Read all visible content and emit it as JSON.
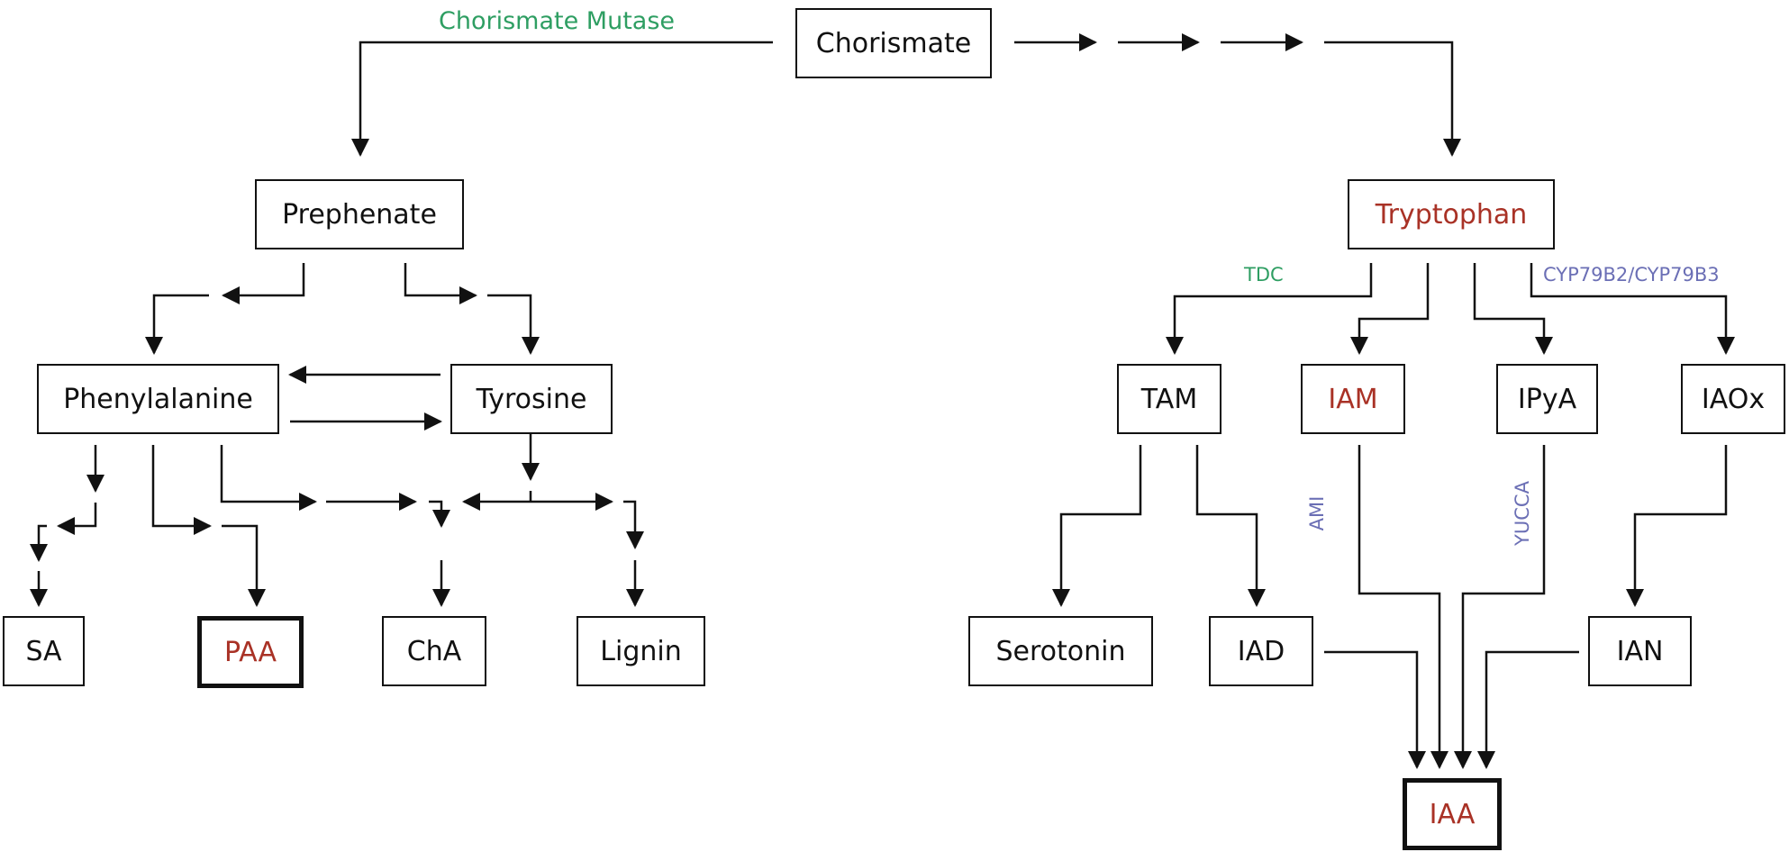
{
  "colors": {
    "highlight_text": "#a93226",
    "enzyme_green": "#2e9e62",
    "enzyme_purple": "#6b6fb5",
    "line": "#111111"
  },
  "nodes": {
    "chorismate": "Chorismate",
    "prephenate": "Prephenate",
    "phenylalanine": "Phenylalanine",
    "tyrosine": "Tyrosine",
    "sa": "SA",
    "paa": "PAA",
    "cha": "ChA",
    "lignin": "Lignin",
    "tryptophan": "Tryptophan",
    "tam": "TAM",
    "iam": "IAM",
    "ipya": "IPyA",
    "iaox": "IAOx",
    "serotonin": "Serotonin",
    "iad": "IAD",
    "ian": "IAN",
    "iaa": "IAA"
  },
  "enzymes": {
    "chorismate_mutase": "Chorismate Mutase",
    "tdc": "TDC",
    "cyp79b2_cyp79b3": "CYP79B2/CYP79B3",
    "ami": "AMI",
    "yucca": "YUCCA"
  }
}
